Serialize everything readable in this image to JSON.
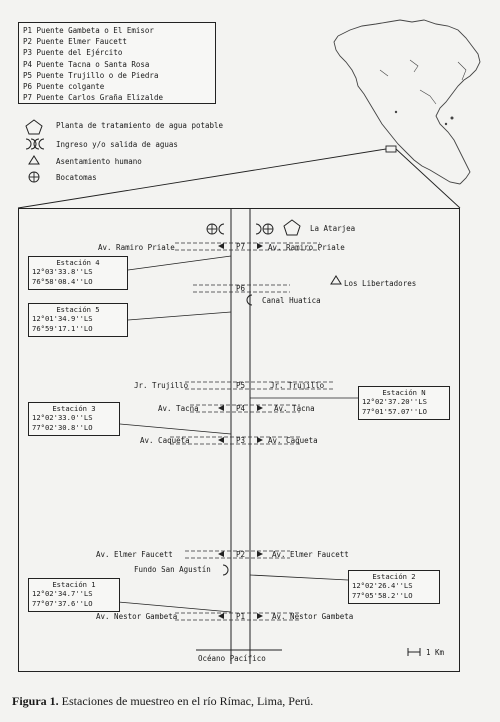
{
  "legend": {
    "bridges": [
      "P1 Puente Gambeta o El Emisor",
      "P2 Puente Elmer Faucett",
      "P3 Puente del Ejército",
      "P4 Puente Tacna o Santa Rosa",
      "P5 Puente Trujillo o de Piedra",
      "P6 Puente colgante",
      "P7 Puente Carlos Graña Elizalde"
    ],
    "symbols": {
      "plant": "Planta de tratamiento de agua potable",
      "outlet": "Ingreso y/o salida de aguas",
      "settlement": "Asentamiento humano",
      "intake": "Bocatomas"
    }
  },
  "map": {
    "roads": {
      "priale_left": "Av. Ramiro Priale",
      "priale_right": "Av. Ramiro Priale",
      "trujillo_left": "Jr. Trujillo",
      "trujillo_right": "Jr. Trujillo",
      "tacna_left": "Av. Tacna",
      "tacna_right": "Av. Tacna",
      "caqueta_left": "Av. Caqueta",
      "caqueta_right": "Av. Caqueta",
      "faucett_left": "Av. Elmer Faucett",
      "faucett_right": "Av. Elmer Faucett",
      "gambeta_left": "Av. Nestor Gambeta",
      "gambeta_right": "Av. Nestor Gambeta"
    },
    "places": {
      "atarjea": "La Atarjea",
      "libertadores": "Los Libertadores",
      "huatica": "Canal Huatica",
      "san_agustin": "Fundo San Agustín",
      "ocean": "Océano Pacífico"
    },
    "bridge_marks": [
      "P7",
      "P6",
      "P5",
      "P4",
      "P3",
      "P2",
      "P1"
    ],
    "stations": [
      {
        "title": "Estación 4",
        "lat": "12°03'33.8''LS",
        "lon": "76°58'08.4''LO"
      },
      {
        "title": "Estación 5",
        "lat": "12°01'34.9''LS",
        "lon": "76°59'17.1''LO"
      },
      {
        "title": "Estación 3",
        "lat": "12°02'33.0''LS",
        "lon": "77°02'30.8''LO"
      },
      {
        "title": "Estación N",
        "lat": "12°02'37.20''LS",
        "lon": "77°01'57.07''LO"
      },
      {
        "title": "Estación 1",
        "lat": "12°02'34.7''LS",
        "lon": "77°07'37.6''LO"
      },
      {
        "title": "Estación 2",
        "lat": "12°02'26.4''LS",
        "lon": "77°05'58.2''LO"
      }
    ],
    "scale": "1 Km"
  },
  "caption": {
    "label": "Figura 1.",
    "text": " Estaciones de muestreo en el río Rímac, Lima, Perú."
  }
}
